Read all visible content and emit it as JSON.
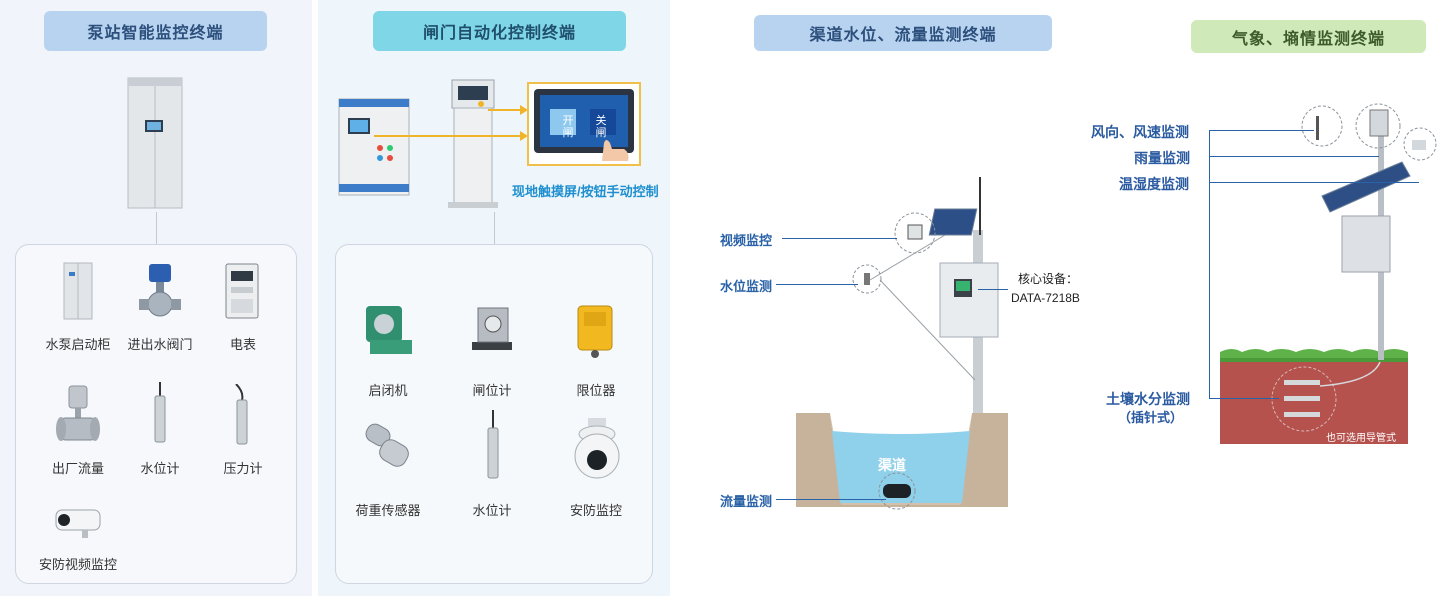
{
  "sections": {
    "pump": {
      "title": "泵站智能监控终端",
      "items": [
        "水泵启动柜",
        "进出水阀门",
        "电表",
        "出厂流量",
        "水位计",
        "压力计",
        "安防视频监控"
      ]
    },
    "gate": {
      "title": "闸门自动化控制终端",
      "touch_label": "现地触摸屏/按钮手动控制",
      "screen_open": "开闸",
      "screen_close": "关闸",
      "items": [
        "启闭机",
        "闸位计",
        "限位器",
        "荷重传感器",
        "水位计",
        "安防监控"
      ]
    },
    "channel": {
      "title": "渠道水位、流量监测终端",
      "video_label": "视频监控",
      "level_label": "水位监测",
      "flow_label": "流量监测",
      "channel_label": "渠道",
      "core_label": "核心设备：",
      "core_model": "DATA-7218B"
    },
    "weather": {
      "title": "气象、墒情监测终端",
      "wind_label": "风向、风速监测",
      "rain_label": "雨量监测",
      "temp_label": "温湿度监测",
      "soil_label": "土壤水分监测",
      "soil_sub": "（插针式）",
      "soil_note": "也可选用导管式"
    }
  },
  "colors": {
    "pump_title_bg": "#b8d3ef",
    "gate_title_bg": "#7fd6e6",
    "channel_title_bg": "#b8d3ef",
    "weather_title_bg": "#cfe9b9",
    "label_blue": "#2a62a8",
    "touch_label": "#1f8fcf",
    "arrow": "#f0b429"
  },
  "icons": [
    "cabinet-icon",
    "valve-icon",
    "meter-icon",
    "flowmeter-icon",
    "level-sensor-icon",
    "pressure-sensor-icon",
    "bullet-camera-icon",
    "hoist-icon",
    "gate-encoder-icon",
    "limit-switch-icon",
    "load-sensor-icon",
    "dome-camera-icon",
    "touchscreen-icon",
    "solar-panel-icon",
    "weather-station-icon"
  ]
}
